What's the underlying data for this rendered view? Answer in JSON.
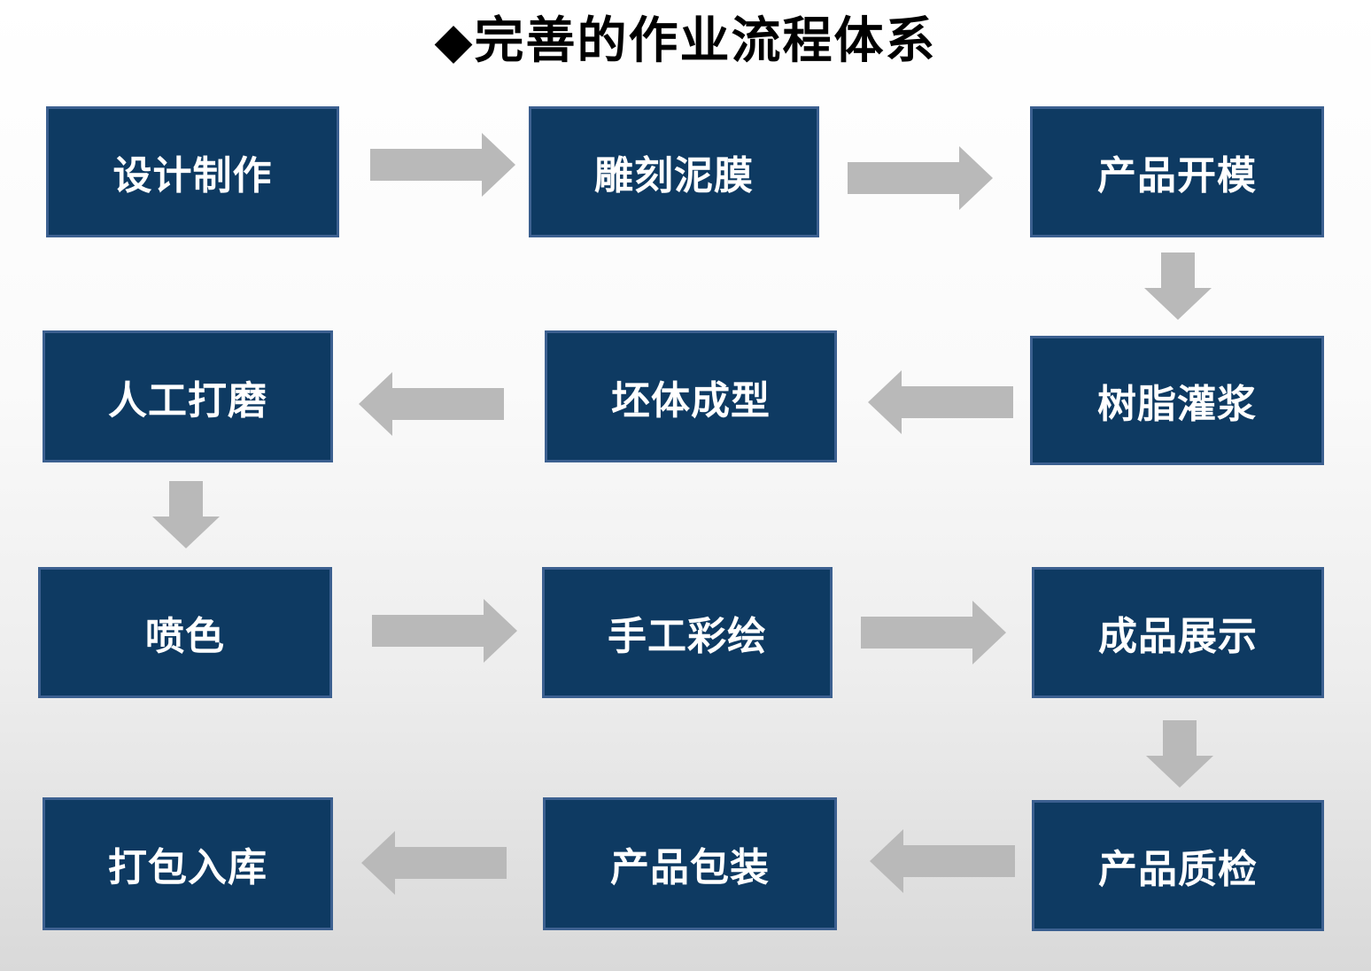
{
  "title": "◆完善的作业流程体系",
  "colors": {
    "box_fill": "#0E3A62",
    "box_border": "#3C6090",
    "box_text": "#FFFFFF",
    "arrow": "#B9B9B9",
    "title_text": "#000000",
    "background_top": "#FFFFFF",
    "background_bottom": "#D9D9D9"
  },
  "boxes": [
    {
      "id": "design-production",
      "label": "设计制作",
      "row": 1,
      "col": 1
    },
    {
      "id": "clay-mold-carving",
      "label": "雕刻泥膜",
      "row": 1,
      "col": 2
    },
    {
      "id": "product-mold-opening",
      "label": "产品开模",
      "row": 1,
      "col": 3
    },
    {
      "id": "manual-polishing",
      "label": "人工打磨",
      "row": 2,
      "col": 1
    },
    {
      "id": "body-forming",
      "label": "坯体成型",
      "row": 2,
      "col": 2
    },
    {
      "id": "resin-grouting",
      "label": "树脂灌浆",
      "row": 2,
      "col": 3
    },
    {
      "id": "spray-coloring",
      "label": "喷色",
      "row": 3,
      "col": 1
    },
    {
      "id": "hand-painting",
      "label": "手工彩绘",
      "row": 3,
      "col": 2
    },
    {
      "id": "finished-product-display",
      "label": "成品展示",
      "row": 3,
      "col": 3
    },
    {
      "id": "packing-warehousing",
      "label": "打包入库",
      "row": 4,
      "col": 1
    },
    {
      "id": "product-packaging",
      "label": "产品包装",
      "row": 4,
      "col": 2
    },
    {
      "id": "product-quality-inspection",
      "label": "产品质检",
      "row": 4,
      "col": 3
    }
  ],
  "process_sequence": [
    "设计制作",
    "雕刻泥膜",
    "产品开模",
    "树脂灌浆",
    "坯体成型",
    "人工打磨",
    "喷色",
    "手工彩绘",
    "成品展示",
    "产品质检",
    "产品包装",
    "打包入库"
  ]
}
